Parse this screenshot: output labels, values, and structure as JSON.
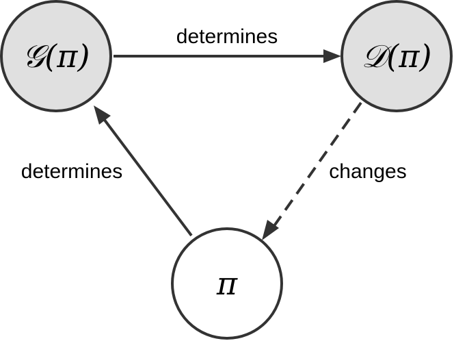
{
  "nodes": {
    "g": {
      "label": "𝒢(π)",
      "fill": "#e0e0e0"
    },
    "d": {
      "label": "𝒟(π)",
      "fill": "#e0e0e0"
    },
    "pi": {
      "label": "π",
      "fill": "#ffffff"
    }
  },
  "edges": {
    "g_to_d": {
      "label": "determines",
      "style": "solid"
    },
    "pi_to_g": {
      "label": "determines",
      "style": "solid"
    },
    "d_to_pi": {
      "label": "changes",
      "style": "dashed"
    }
  },
  "colors": {
    "stroke": "#333333",
    "node_fill": "#e0e0e0",
    "background": "#ffffff"
  }
}
